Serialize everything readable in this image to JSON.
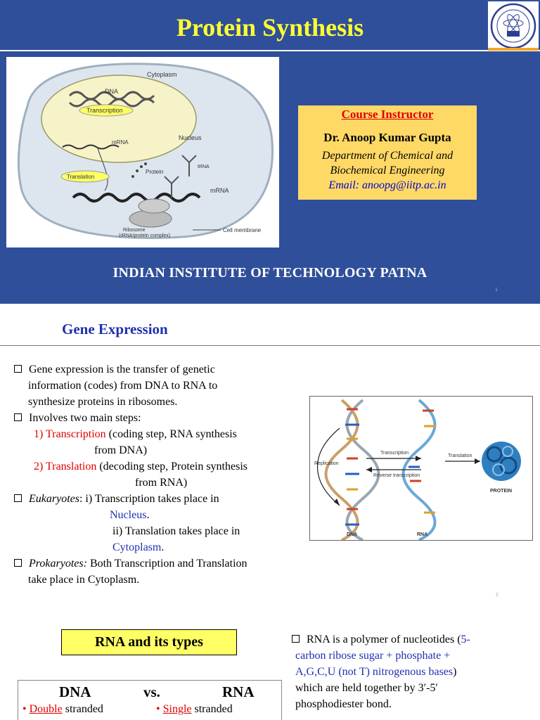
{
  "slide1": {
    "title": "Protein Synthesis",
    "diagram": {
      "cytoplasm": "Cytoplasm",
      "dna": "DNA",
      "transcription": "Transcription",
      "nucleus": "Nucleus",
      "mrna_inner": "mRNA",
      "translation": "Translation",
      "protein": "Protein",
      "trna": "tRNA",
      "mrna_outer": "mRNA",
      "ribosome": "Ribosome",
      "ribosome_sub": "(rRNA/protein complex)",
      "cell_membrane": "Cell membrane"
    },
    "instructor": {
      "heading": "Course Instructor",
      "name": "Dr. Anoop Kumar Gupta",
      "dept_line1": "Department of Chemical and",
      "dept_line2": "Biochemical Engineering",
      "email": "Email: anoopg@iitp.ac.in"
    },
    "institute": "INDIAN INSTITUTE OF TECHNOLOGY PATNA",
    "page": "1"
  },
  "slide2": {
    "title": "Gene Expression",
    "p1_l1": "Gene expression is the transfer of genetic",
    "p1_l2": "information (codes) from DNA to RNA to",
    "p1_l3": "synthesize proteins in ribosomes.",
    "p2": "Involves two main steps:",
    "s1_label": "1) Transcription",
    "s1_rest": " (coding step, RNA synthesis",
    "s1_cont": "from DNA)",
    "s2_label": "2) Translation",
    "s2_rest": " (decoding step, Protein synthesis",
    "s2_cont": "from RNA)",
    "euk_label": "Eukaryotes",
    "euk_i": ":  i)  Transcription takes place in",
    "euk_i_loc": "Nucleus",
    "euk_ii": "ii)  Translation takes place in",
    "euk_ii_loc": "Cytoplasm",
    "period": ".",
    "prok_label": "Prokaryotes:",
    "prok_rest": " Both Transcription and Translation",
    "prok_cont": "take place in Cytoplasm.",
    "figure": {
      "replication": "Replication",
      "transcription": "Transcription",
      "reverse": "Reverse transcription",
      "translation": "Translation",
      "protein": "PROTEIN",
      "dna": "DNA",
      "rna": "RNA"
    },
    "page": "2"
  },
  "slide3": {
    "label": "RNA and its types",
    "head_dna": "DNA",
    "head_vs": "vs.",
    "head_rna": "RNA",
    "dna_u": "Double",
    "dna_rest": " stranded",
    "rna_u": "Single",
    "rna_rest": " stranded",
    "bullet": "•",
    "t_l1a": "RNA is a polymer of nucleotides (",
    "t_l1b": "5-",
    "t_l2": "carbon ribose sugar + phosphate +",
    "t_l3a": "A,G,C,U (not T) nitrogenous bases",
    "t_l3b": ")",
    "t_l4": "which are held together by 3′-5′",
    "t_l5": "phosphodiester bond."
  }
}
